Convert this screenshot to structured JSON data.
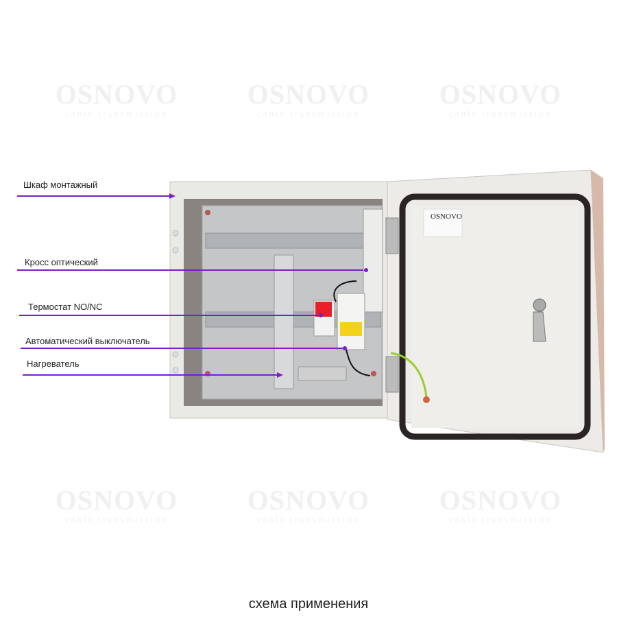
{
  "watermark": {
    "brand": "OSNOVO",
    "tagline": "cable transmission"
  },
  "labels": [
    {
      "text": "Шкаф монтажный"
    },
    {
      "text": "Кросс оптический"
    },
    {
      "text": "Термостат NO/NC"
    },
    {
      "text": "Автоматический выключатель"
    },
    {
      "text": "Нагреватель"
    }
  ],
  "door_label": {
    "brand": "OSNOVO"
  },
  "caption": "схема применения",
  "colors": {
    "pointer": "#7a1fc8",
    "cabinet": "#e9e9e6",
    "gasket": "#2a2424",
    "thermostat": "#e8202a",
    "breaker": "#f2d21a"
  }
}
